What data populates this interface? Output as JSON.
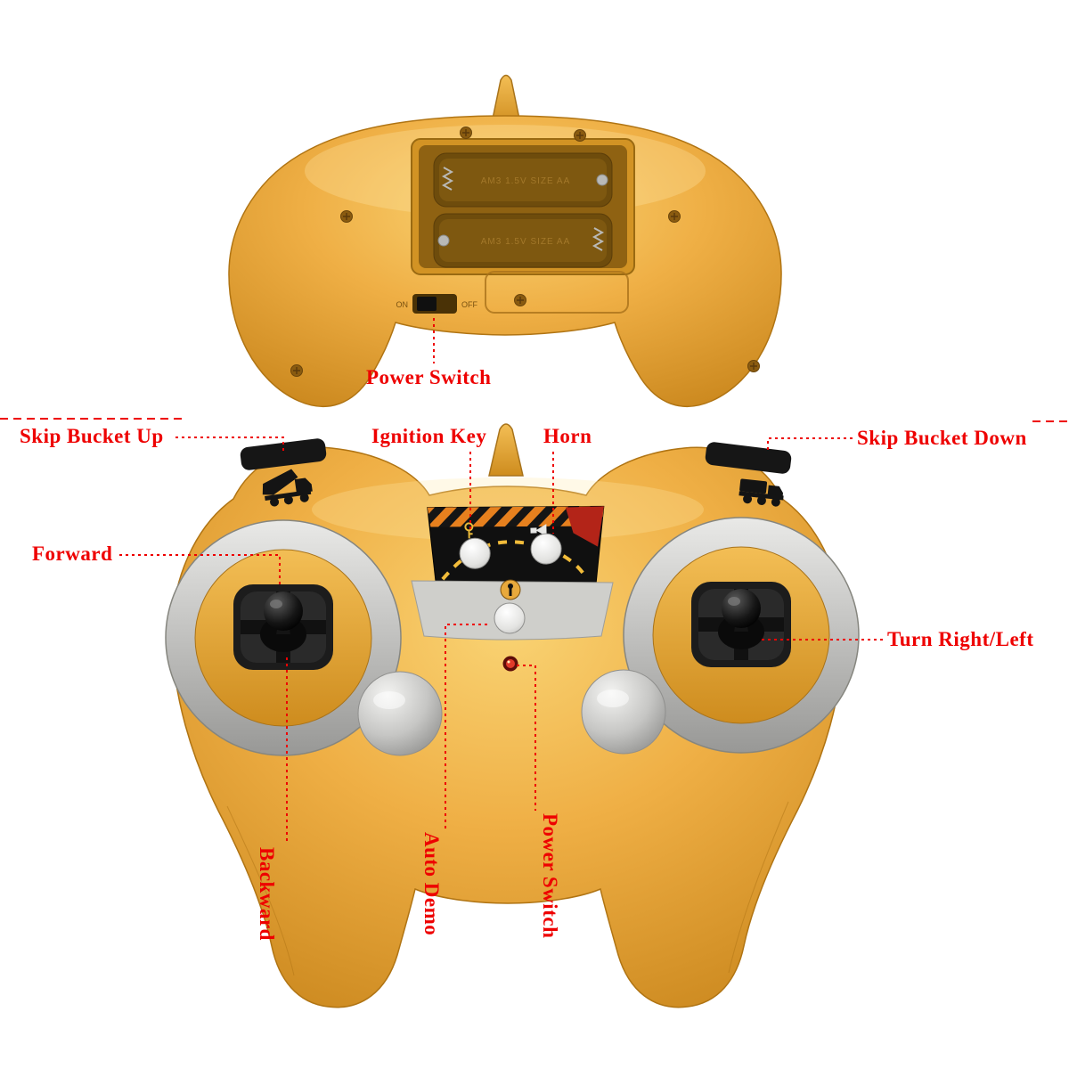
{
  "colors": {
    "accent-red": "#EE0000",
    "body-yellow": "#E8A63C",
    "silver-gray": "#C9C9C7",
    "background": "#FFFFFF"
  },
  "views": {
    "back": {
      "name": "Controller back view",
      "power_switch": {
        "on": "ON",
        "off": "OFF"
      },
      "battery_slots": [
        "AM3 1.5V SIZE AA",
        "AM3 1.5V SIZE AA"
      ]
    },
    "front": {
      "name": "Controller front view"
    }
  },
  "annotations": {
    "power_switch_back": "Power Switch",
    "skip_bucket_up": "Skip Bucket Up",
    "ignition_key": "Ignition Key",
    "horn": "Horn",
    "skip_bucket_down": "Skip Bucket Down",
    "forward": "Forward",
    "turn_right_left": "Turn Right/Left",
    "backward": "Backward",
    "auto_demo": "Auto Demo",
    "power_switch_front": "Power Switch"
  },
  "icons": [
    "dump-truck-up-icon",
    "dump-truck-down-icon",
    "ignition-key-icon",
    "horn-icon",
    "hazard-stripes",
    "key-badge-icon",
    "power-led"
  ]
}
